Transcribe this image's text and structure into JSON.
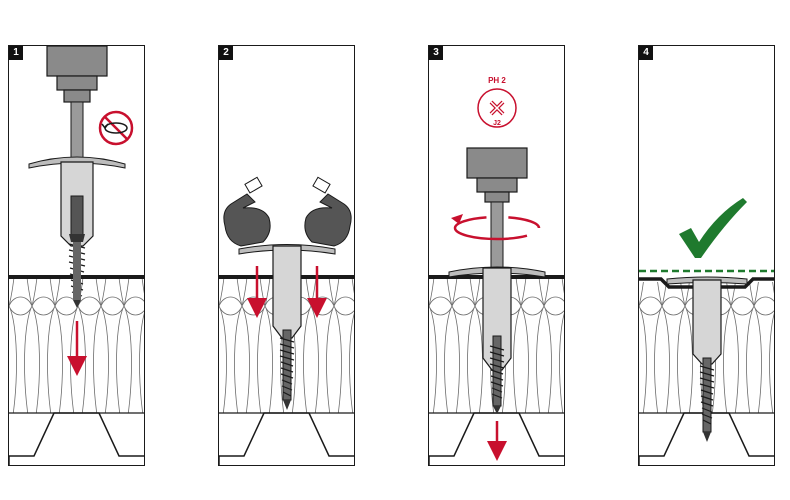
{
  "steps": [
    {
      "number": "1"
    },
    {
      "number": "2"
    },
    {
      "number": "3",
      "bit_top": "PH 2",
      "bit_bottom": "J2"
    },
    {
      "number": "4"
    }
  ],
  "colors": {
    "accent_red": "#c8102e",
    "check_green": "#1f7a2e",
    "dash_green": "#1f7a2e",
    "tool_gray": "#8a8a8a",
    "dark": "#1a1a1a",
    "washer": "#bdbdbd"
  },
  "icons": [
    "no-rotation-icon",
    "hand-icon",
    "rotation-arrow-icon",
    "phillips-bit-icon",
    "checkmark-icon"
  ]
}
